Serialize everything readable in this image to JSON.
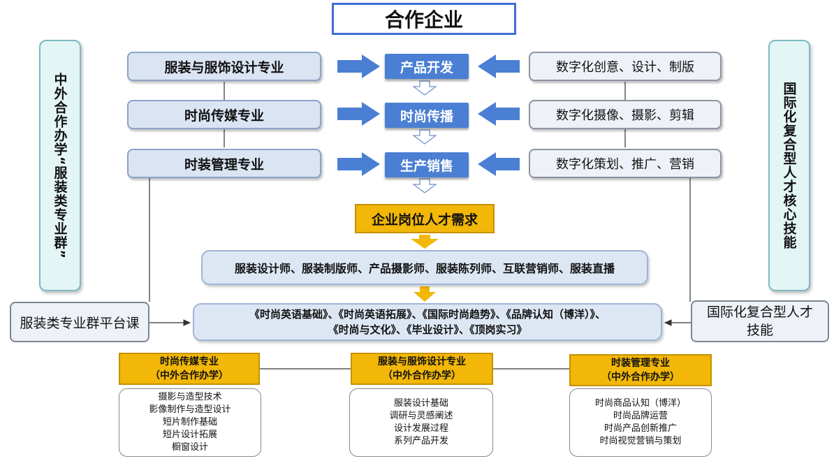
{
  "title": "合作企业",
  "left_vertical": "中外合作办学“服装类专业群”",
  "right_vertical": "国际化复合型人才核心技能",
  "rows": [
    {
      "major": "服装与服饰设计专业",
      "center": "产品开发",
      "skill": "数字化创意、设计、制版"
    },
    {
      "major": "时尚传媒专业",
      "center": "时尚传播",
      "skill": "数字化摄像、摄影、剪辑"
    },
    {
      "major": "时装管理专业",
      "center": "生产销售",
      "skill": "数字化策划、推广、营销"
    }
  ],
  "requirement": "企业岗位人才需求",
  "positions": "服装设计师、服装制版师、产品摄影师、服装陈列师、互联营销师、服装直播",
  "courses": {
    "line1": "《时尚英语基础》、《时尚英语拓展》、《国际时尚趋势》、《品牌认知（博洋）》、",
    "line2": "《时尚与文化》、《毕业设计》、《顶岗实习》"
  },
  "platform_left": "服装类专业群平台课",
  "platform_right": {
    "line1": "国际化复合型人才",
    "line2": "技能"
  },
  "programs": [
    {
      "name": "时尚传媒专业",
      "sub": "（中外合作办学）",
      "items": [
        "摄影与造型技术",
        "影像制作与造型设计",
        "短片制作基础",
        "短片设计拓展",
        "橱窗设计"
      ]
    },
    {
      "name": "服装与服饰设计专业",
      "sub": "（中外合作办学）",
      "items": [
        "服装设计基础",
        "调研与灵感阐述",
        "设计发展过程",
        "系列产品开发"
      ]
    },
    {
      "name": "时装管理专业",
      "sub": "（中外合作办学）",
      "items": [
        "时尚商品认知（博洋）",
        "时尚品牌运营",
        "时尚产品创新推广",
        "时尚视觉营销与策划"
      ]
    }
  ]
}
